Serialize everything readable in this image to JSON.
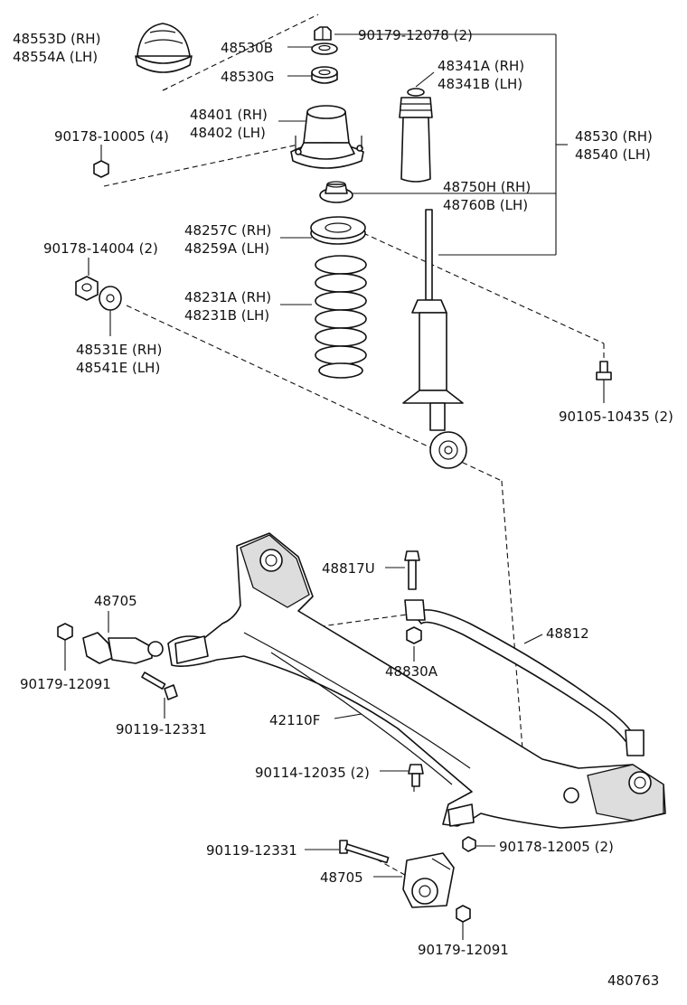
{
  "diagram_id": "480763",
  "labels": {
    "p48553D": "48553D (RH)",
    "p48554A": "48554A (LH)",
    "p48530B": "48530B",
    "p48530G": "48530G",
    "p90179_12078": "90179-12078 (2)",
    "p48341A": "48341A (RH)",
    "p48341B": "48341B (LH)",
    "p48401": "48401 (RH)",
    "p48402": "48402 (LH)",
    "p90178_10005": "90178-10005 (4)",
    "p48530": "48530 (RH)",
    "p48540": "48540 (LH)",
    "p48750H": "48750H (RH)",
    "p48760B": "48760B (LH)",
    "p48257C": "48257C (RH)",
    "p48259A": "48259A (LH)",
    "p90178_14004": "90178-14004 (2)",
    "p48231A": "48231A (RH)",
    "p48231B": "48231B (LH)",
    "p48531E": "48531E (RH)",
    "p48541E": "48541E (LH)",
    "p90105_10435": "90105-10435 (2)",
    "p48817U": "48817U",
    "p48705_top": "48705",
    "p48812": "48812",
    "p90179_12091_top": "90179-12091",
    "p48830A": "48830A",
    "p90119_12331_top": "90119-12331",
    "p42110F": "42110F",
    "p90114_12035": "90114-12035 (2)",
    "p90119_12331_bot": "90119-12331",
    "p90178_12005": "90178-12005 (2)",
    "p48705_bot": "48705",
    "p90179_12091_bot": "90179-12091"
  }
}
